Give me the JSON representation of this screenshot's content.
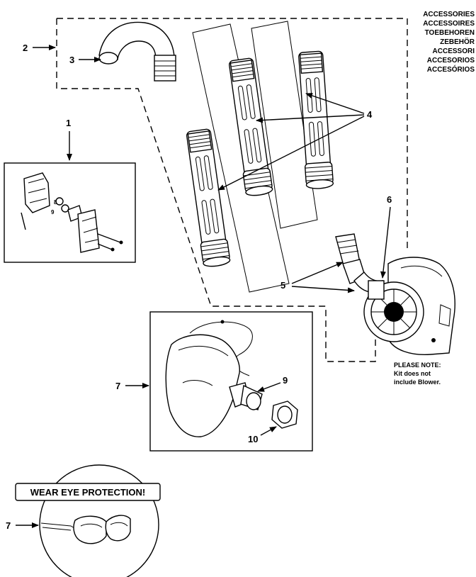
{
  "header_lines": [
    "ACCESSORIES",
    "ACCESSOIRES",
    "TOEBEHOREN",
    "ZEBEHÖR",
    "ACCESSORI",
    "ACCESORIOS",
    "ACCESÓRIOS"
  ],
  "callouts": [
    "1",
    "2",
    "3",
    "4",
    "5",
    "6",
    "7",
    "8",
    "9",
    "10"
  ],
  "note": {
    "title": "PLEASE NOTE:",
    "line1": "Kit does not",
    "line2": "include Blower."
  },
  "warning": "WEAR EYE PROTECTION!"
}
